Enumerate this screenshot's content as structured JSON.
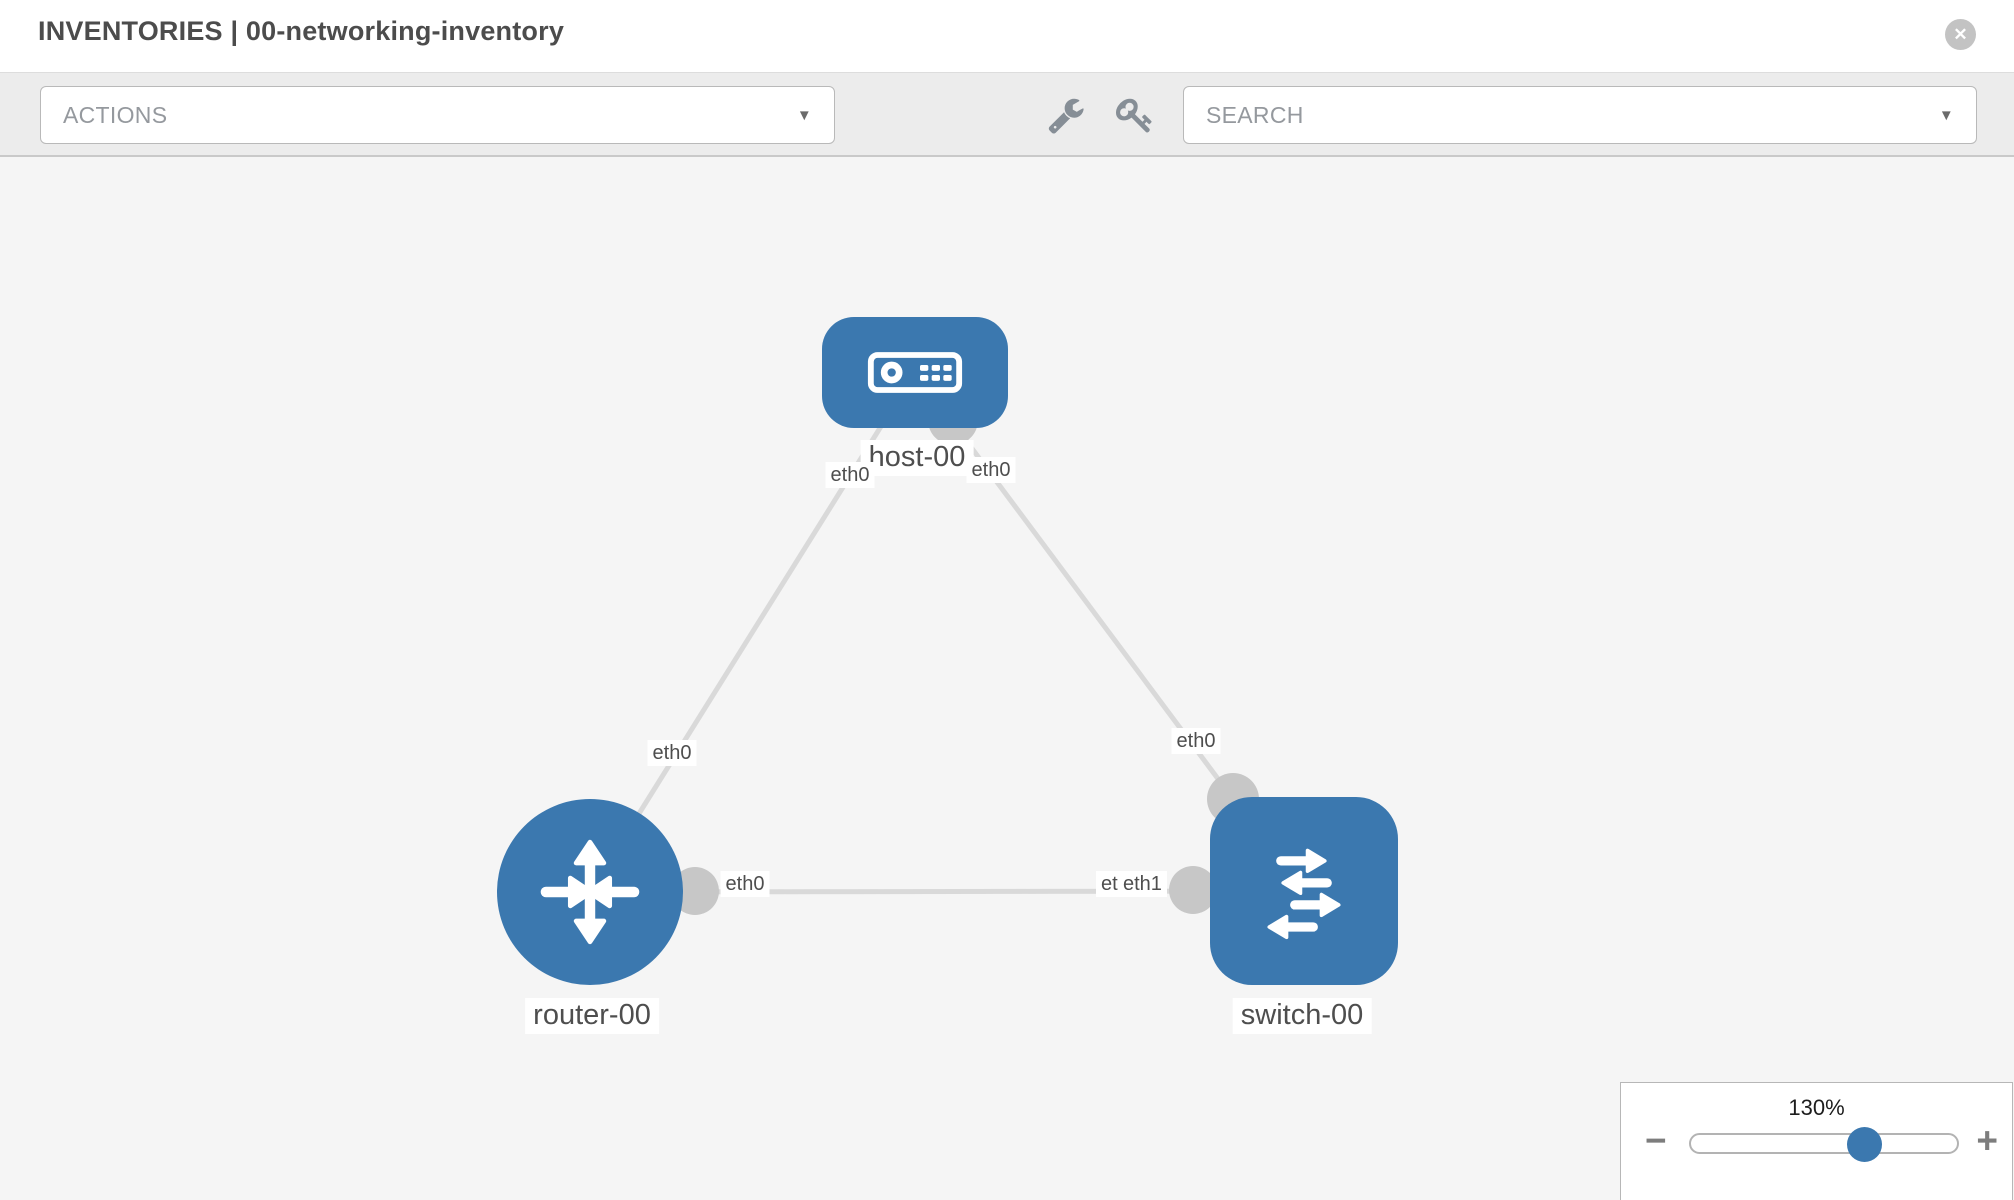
{
  "header": {
    "title": "INVENTORIES | 00-networking-inventory"
  },
  "icons": {
    "close": "✕",
    "dropdown_caret": "▼",
    "toolbar_tool": "wrench-icon",
    "toolbar_credential": "key-icon",
    "host_glyph": "server-icon",
    "router_glyph": "router-crossed-arrows-icon",
    "switch_glyph": "switch-arrows-icon"
  },
  "toolbar": {
    "actions_label": "ACTIONS",
    "search_label": "SEARCH"
  },
  "topology": {
    "nodes": [
      {
        "label": "host-00",
        "type": "host"
      },
      {
        "label": "router-00",
        "type": "router"
      },
      {
        "label": "switch-00",
        "type": "switch"
      }
    ],
    "links": [
      {
        "source": "host-00",
        "source_interface": "eth0",
        "target": "router-00",
        "target_interface": "eth0"
      },
      {
        "source": "host-00",
        "source_interface": "eth0",
        "target": "switch-00",
        "target_interface": "eth0"
      },
      {
        "source": "router-00",
        "source_interface": "eth0",
        "target": "switch-00",
        "target_interface": "eth1",
        "occluded_interface_label": "eth0"
      }
    ]
  },
  "zoom_control": {
    "level_label": "130%",
    "percent": 130,
    "minus_label": "−",
    "plus_label": "+"
  },
  "colors": {
    "node_blue": "#3b78af",
    "link_gray": "#d9d9d9",
    "connector_gray": "#c7c7c7",
    "canvas_bg": "#f5f5f5",
    "toolbar_bg": "#ececec",
    "border_gray": "#b9b9b9",
    "muted_text": "#95999e",
    "chip_text": "#4e4e4e",
    "icon_gray": "#868e96"
  }
}
